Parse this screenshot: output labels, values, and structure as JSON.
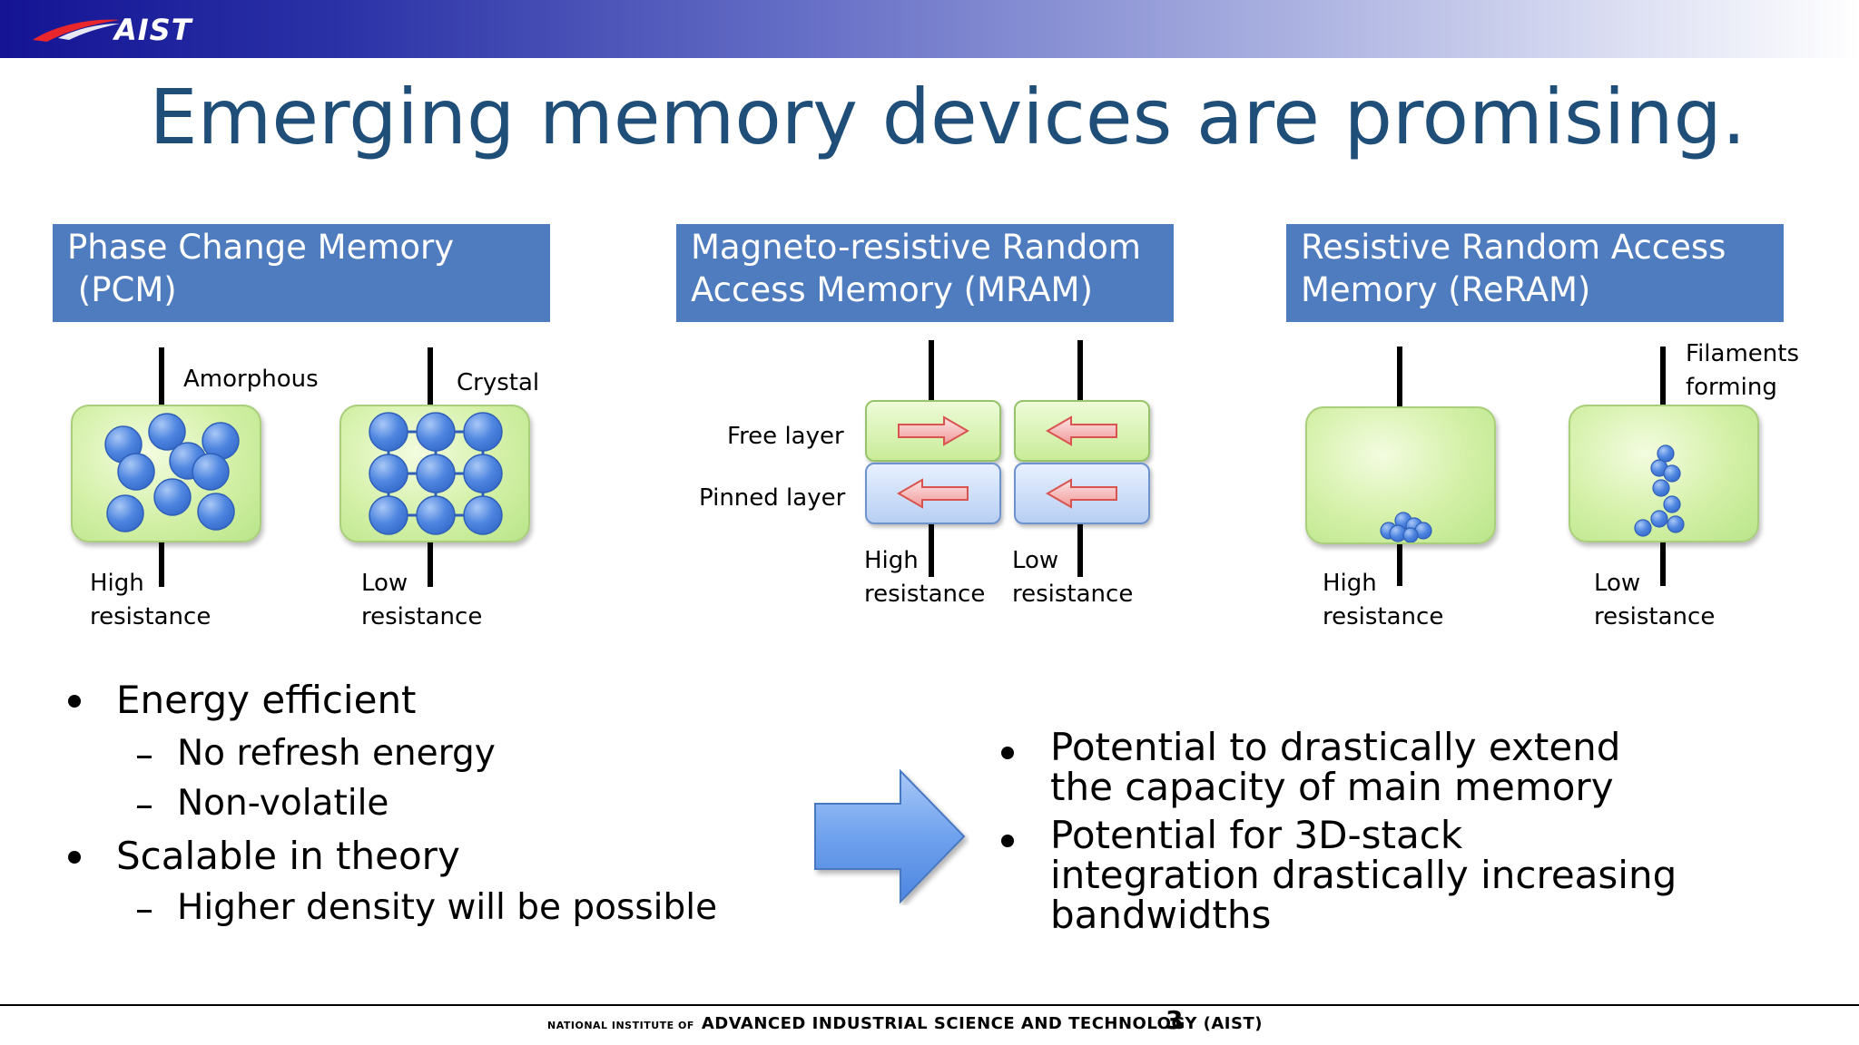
{
  "header": {
    "logo_text": "AIST"
  },
  "title": "Emerging memory devices are promising.",
  "sections": {
    "pcm": {
      "title_line1": "Phase Change Memory",
      "title_line2": " (PCM)",
      "left_top_label": "Amorphous",
      "right_top_label": "Crystal",
      "left_bottom_line1": "High",
      "left_bottom_line2": "resistance",
      "right_bottom_line1": "Low",
      "right_bottom_line2": "resistance"
    },
    "mram": {
      "title_line1": "Magneto-resistive Random",
      "title_line2": "Access Memory (MRAM)",
      "free_label": "Free layer",
      "pinned_label": "Pinned layer",
      "left_bottom_line1": "High",
      "left_bottom_line2": "resistance",
      "right_bottom_line1": "Low",
      "right_bottom_line2": "resistance"
    },
    "reram": {
      "title_line1": "Resistive Random Access",
      "title_line2": "Memory (ReRAM)",
      "right_top_line1": "Filaments",
      "right_top_line2": "forming",
      "left_bottom_line1": "High",
      "left_bottom_line2": "resistance",
      "right_bottom_line1": "Low",
      "right_bottom_line2": "resistance"
    }
  },
  "left_bullets": {
    "b1": "Energy efficient",
    "b1_sub1": "No refresh energy",
    "b1_sub2": "Non-volatile",
    "b2": "Scalable in theory",
    "b2_sub1": "Higher density will be possible"
  },
  "right_bullets": {
    "b1_line1": "Potential to drastically extend",
    "b1_line2": "the capacity of main memory",
    "b2_line1": "Potential for 3D-stack",
    "b2_line2": "integration drastically increasing",
    "b2_line3": "bandwidths"
  },
  "footer": {
    "prefix": "NATIONAL INSTITUTE OF",
    "name": "ADVANCED INDUSTRIAL SCIENCE AND TECHNOLOGY (AIST)",
    "page_number": "3"
  },
  "colors": {
    "title": "#1f4e79",
    "header_box": "#4f7cbf",
    "cell_green": "#d3f0a6",
    "atom_blue": "#4f86e0",
    "arrow_red": "#f4a5a5",
    "big_arrow_blue": "#6fa2ee"
  },
  "icons": {
    "logo": "aist-swoosh-logo",
    "big_arrow": "right-arrow-icon",
    "magnet_arrow": "left-right-arrow-icon"
  }
}
